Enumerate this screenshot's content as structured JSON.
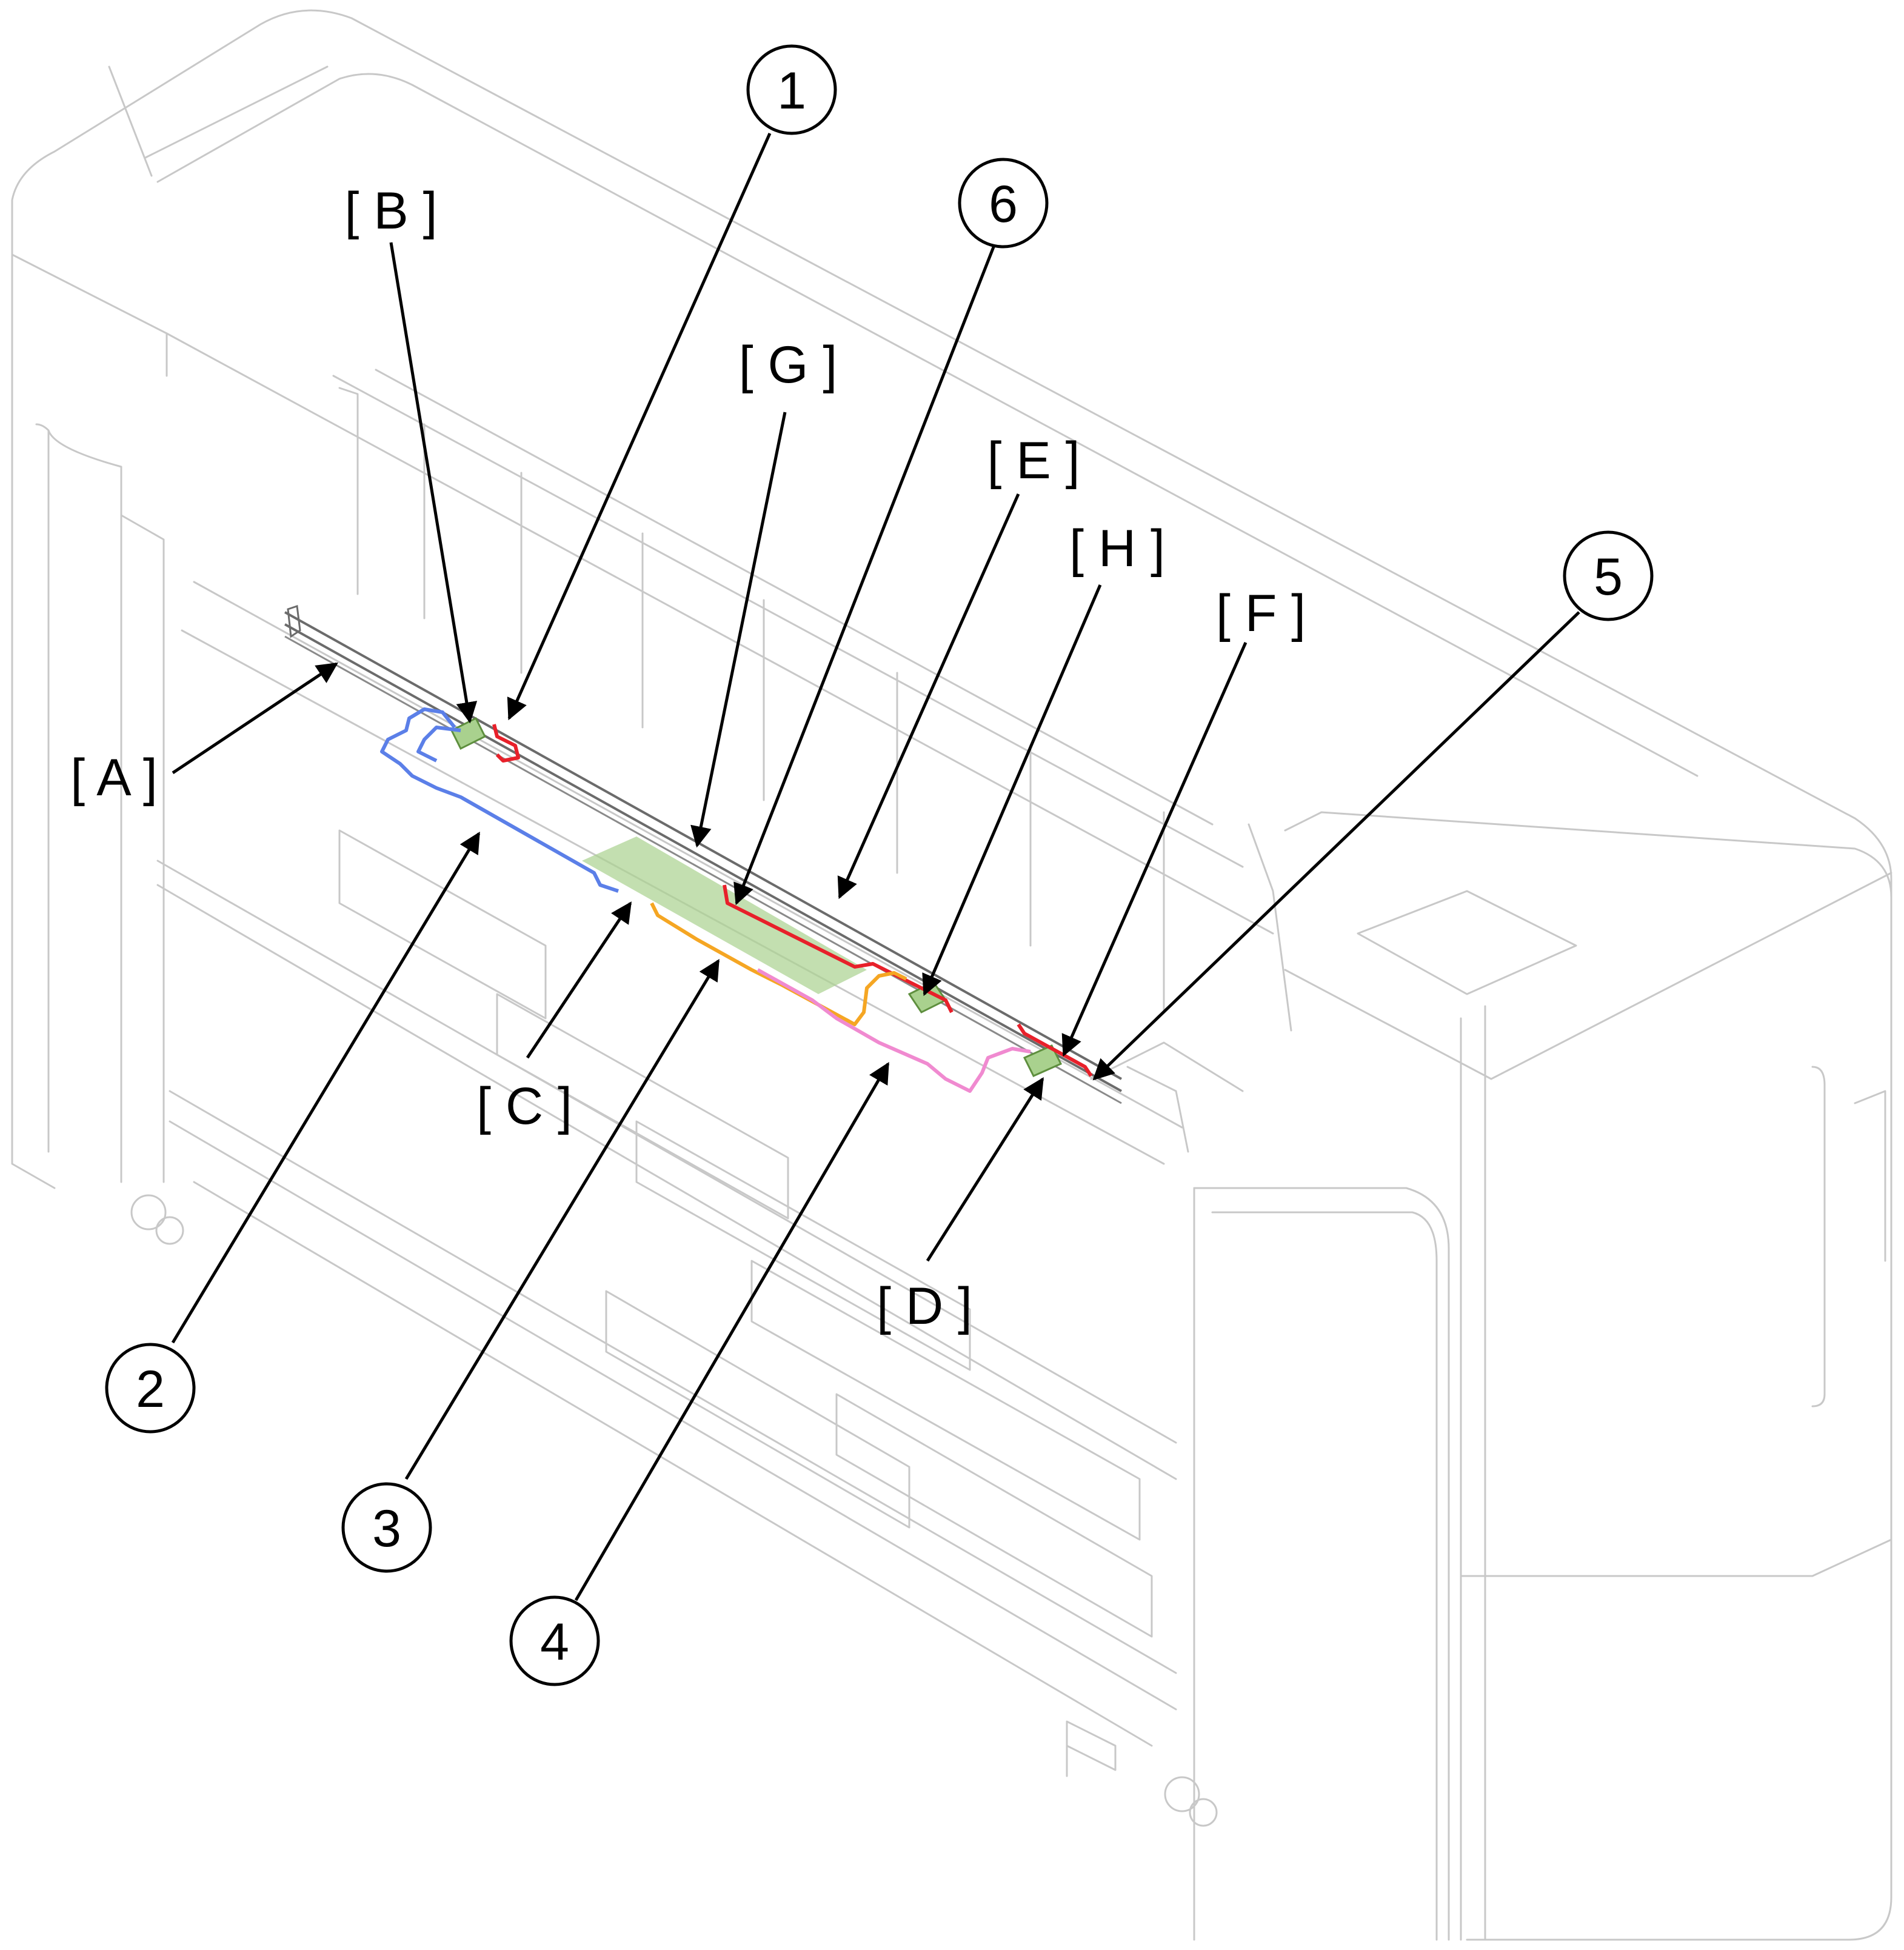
{
  "callouts": {
    "c1": "1",
    "c2": "2",
    "c3": "3",
    "c4": "4",
    "c5": "5",
    "c6": "6"
  },
  "labels": {
    "A": "[ A ]",
    "B": "[ B ]",
    "C": "[ C ]",
    "D": "[ D ]",
    "E": "[ E ]",
    "F": "[ F ]",
    "G": "[ G ]",
    "H": "[ H ]"
  },
  "colors": {
    "line_1": "#e8202a",
    "line_2": "#5b7fe8",
    "line_3": "#f5a623",
    "line_4": "#f08ad0",
    "line_5": "#e8202a",
    "board": "#a9d18e",
    "board_edge": "#5e8f3e",
    "outline": "#c8c8c8",
    "rail": "#777777"
  }
}
